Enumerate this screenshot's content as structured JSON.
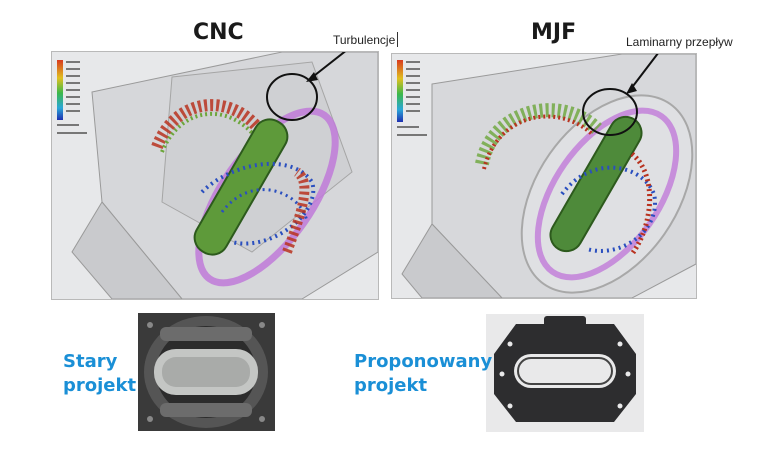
{
  "headers": {
    "left": "CNC",
    "right": "MJF"
  },
  "callouts": {
    "left": "Turbulencje",
    "right": "Laminarny przepływ"
  },
  "captions": {
    "left": {
      "line1": "Stary",
      "line2": "projekt"
    },
    "right": {
      "line1": "Proponowany",
      "line2": "projekt"
    }
  },
  "colors": {
    "caption_blue": "#1a8fd6",
    "flow_red": "#b8321f",
    "flow_green": "#6ca63a",
    "flow_blue": "#2a4fbf",
    "ring_purple": "#c07ad8"
  },
  "icons": {
    "callout_circle": "circle-marker-icon",
    "callout_arrow": "arrow-icon"
  }
}
